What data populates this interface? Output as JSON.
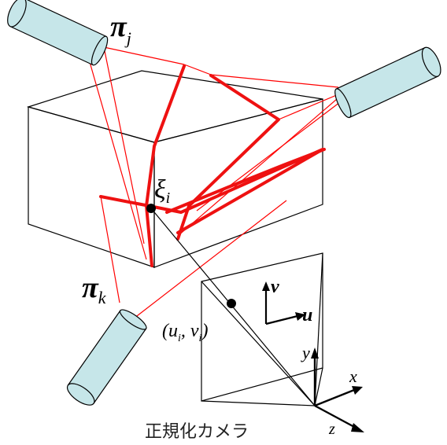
{
  "labels": {
    "projector_j": "π",
    "projector_j_sub": "j",
    "projector_k": "π",
    "projector_k_sub": "k",
    "point": "ξ",
    "point_sub": "i",
    "image_coord": "(u",
    "image_coord_sub1": "i",
    "image_coord_mid": ", v",
    "image_coord_sub2": "i",
    "image_coord_close": ")",
    "axis_u": "u",
    "axis_v": "v",
    "axis_x": "x",
    "axis_y": "y",
    "axis_z": "z",
    "caption": "正規化カメラ"
  },
  "colors": {
    "projector_fill": "#c6e6e9",
    "outline": "#000000",
    "ray": "#ff0000",
    "pattern": "#ee1111"
  }
}
